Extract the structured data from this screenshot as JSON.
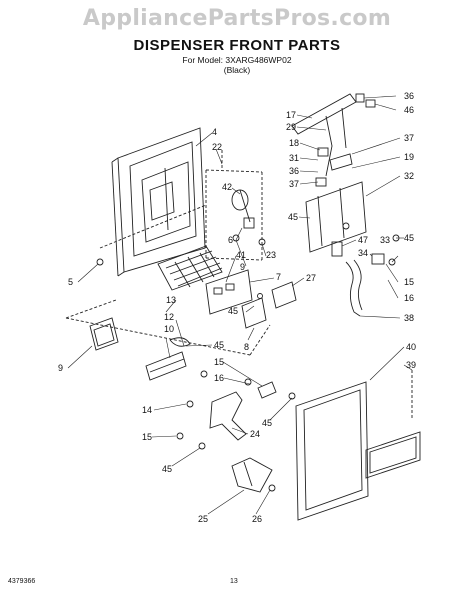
{
  "watermark": "AppliancePartsPros.com",
  "header": {
    "title": "DISPENSER FRONT PARTS",
    "model_line": "For Model: 3XARG486WP02",
    "color_line": "(Black)"
  },
  "footer": {
    "doc_number": "4379366",
    "page_number": "13"
  },
  "callouts": [
    {
      "id": "c1",
      "label": "17"
    },
    {
      "id": "c2",
      "label": "36"
    },
    {
      "id": "c3",
      "label": "46"
    },
    {
      "id": "c4",
      "label": "29"
    },
    {
      "id": "c5",
      "label": "18"
    },
    {
      "id": "c6",
      "label": "37"
    },
    {
      "id": "c7",
      "label": "31"
    },
    {
      "id": "c8",
      "label": "19"
    },
    {
      "id": "c9",
      "label": "36"
    },
    {
      "id": "c10",
      "label": "37"
    },
    {
      "id": "c11",
      "label": "32"
    },
    {
      "id": "c12",
      "label": "4"
    },
    {
      "id": "c13",
      "label": "22"
    },
    {
      "id": "c14",
      "label": "42"
    },
    {
      "id": "c15",
      "label": "45"
    },
    {
      "id": "c16",
      "label": "6"
    },
    {
      "id": "c17",
      "label": "47"
    },
    {
      "id": "c18",
      "label": "33"
    },
    {
      "id": "c19",
      "label": "34"
    },
    {
      "id": "c20",
      "label": "45"
    },
    {
      "id": "c21",
      "label": "41"
    },
    {
      "id": "c22",
      "label": "23"
    },
    {
      "id": "c23",
      "label": "9"
    },
    {
      "id": "c24",
      "label": "7"
    },
    {
      "id": "c25",
      "label": "5"
    },
    {
      "id": "c26",
      "label": "27"
    },
    {
      "id": "c27",
      "label": "15"
    },
    {
      "id": "c28",
      "label": "16"
    },
    {
      "id": "c29",
      "label": "13"
    },
    {
      "id": "c30",
      "label": "45"
    },
    {
      "id": "c31",
      "label": "38"
    },
    {
      "id": "c32",
      "label": "12"
    },
    {
      "id": "c33",
      "label": "8"
    },
    {
      "id": "c34",
      "label": "10"
    },
    {
      "id": "c35",
      "label": "45"
    },
    {
      "id": "c36",
      "label": "40"
    },
    {
      "id": "c37",
      "label": "39"
    },
    {
      "id": "c38",
      "label": "9"
    },
    {
      "id": "c39",
      "label": "15"
    },
    {
      "id": "c40",
      "label": "16"
    },
    {
      "id": "c41",
      "label": "14"
    },
    {
      "id": "c42",
      "label": "45"
    },
    {
      "id": "c43",
      "label": "24"
    },
    {
      "id": "c44",
      "label": "15"
    },
    {
      "id": "c45",
      "label": "45"
    },
    {
      "id": "c46",
      "label": "25"
    },
    {
      "id": "c47",
      "label": "26"
    }
  ]
}
